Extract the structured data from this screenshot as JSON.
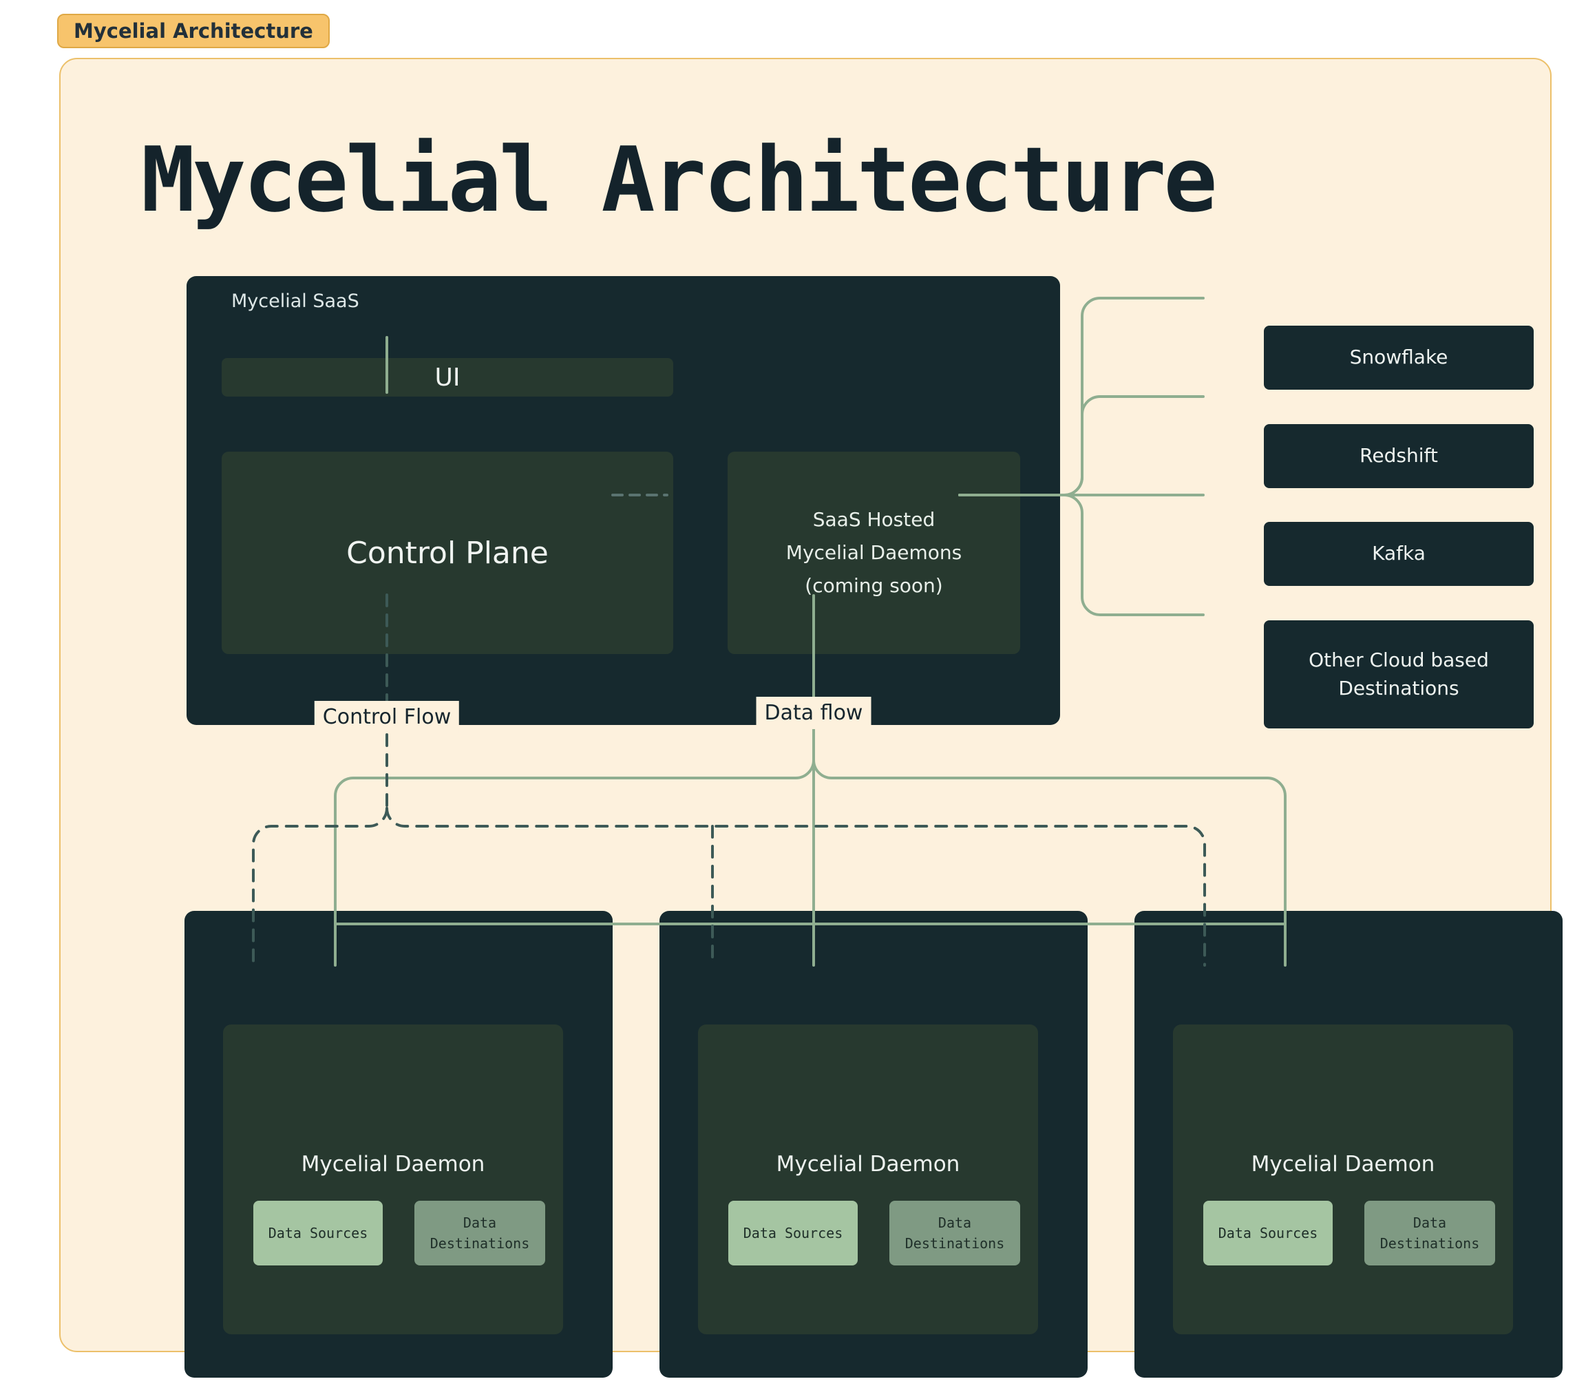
{
  "badge": {
    "label": "Mycelial Architecture"
  },
  "title": "Mycelial Architecture",
  "saas": {
    "label": "Mycelial SaaS",
    "ui_label": "UI",
    "control_plane_label": "Control Plane",
    "hosted": {
      "line1": "SaaS Hosted",
      "line2": "Mycelial Daemons",
      "line3": "(coming soon)"
    }
  },
  "destinations": {
    "snowflake": "Snowflake",
    "redshift": "Redshift",
    "kafka": "Kafka",
    "other": "Other Cloud based Destinations"
  },
  "flow_labels": {
    "control": "Control Flow",
    "data": "Data flow"
  },
  "daemons": [
    {
      "title": "Mycelial Daemon",
      "sources_label": "Data Sources",
      "destinations_label": "Data Destinations"
    },
    {
      "title": "Mycelial Daemon",
      "sources_label": "Data Sources",
      "destinations_label": "Data Destinations"
    },
    {
      "title": "Mycelial Daemon",
      "sources_label": "Data Sources",
      "destinations_label": "Data Destinations"
    }
  ],
  "colors": {
    "canvas_cream": "#fdf1dd",
    "accent_border": "#ecc06a",
    "badge_bg": "#f7c46c",
    "panel_dark": "#16292e",
    "panel_green": "#27392f",
    "source_chip_green": "#a5c5a2",
    "destination_chip_green": "#7f9a83",
    "line_green": "#8fae90",
    "dash_dark": "#3d5a57"
  }
}
